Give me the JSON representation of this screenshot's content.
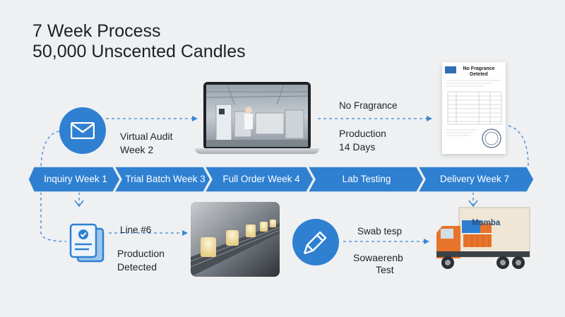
{
  "title": {
    "line1": "7 Week Process",
    "line2": "50,000 Unscented Candles"
  },
  "top_labels": {
    "virtual_audit_l1": "Virtual Audit",
    "virtual_audit_l2": "Week 2",
    "no_fragrance": "No Fragrance",
    "production_l1": "Production",
    "production_l2": "14 Days"
  },
  "document": {
    "heading_l1": "No Fragrance",
    "heading_l2": "Deteted"
  },
  "stages": [
    {
      "label": "Inquiry Week 1"
    },
    {
      "label": "Trial Batch Week 3"
    },
    {
      "label": "Full Order Week 4"
    },
    {
      "label": "Lab Testing"
    },
    {
      "label": "Delivery Week 7"
    }
  ],
  "bottom_labels": {
    "line_no": "Line #6",
    "production_detected_l1": "Production",
    "production_detected_l2": "Detected",
    "swab_l1": "Swab tesp",
    "swab_l2": "Sowaerenb",
    "swab_l3": "Test"
  },
  "truck": {
    "container_label": "Mumba"
  },
  "icons": [
    "envelope-icon",
    "document-check-icon",
    "swab-pen-icon",
    "laptop-icon",
    "truck-icon"
  ],
  "colors": {
    "accent": "#2f80d1",
    "timeline": "#2f80d1",
    "background": "#eef0f2",
    "truck_cab": "#e8732a",
    "truck_box": "#efe6d6"
  }
}
